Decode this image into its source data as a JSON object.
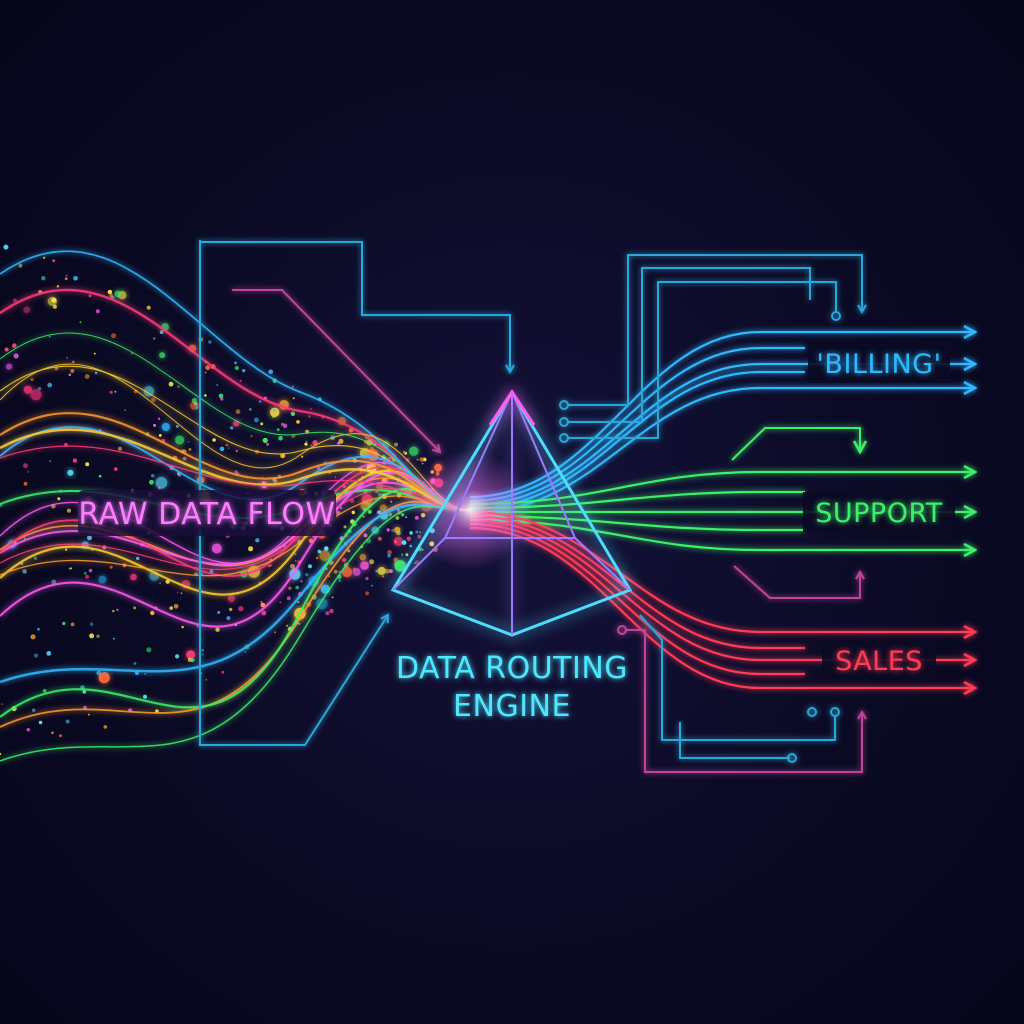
{
  "source": {
    "label": "RAW DATA FLOW"
  },
  "engine": {
    "label_line1": "DATA ROUTING",
    "label_line2": "ENGINE"
  },
  "destinations": [
    {
      "label": "'BILLING'",
      "color": "#2fb8ff"
    },
    {
      "label": "SUPPORT",
      "color": "#3cf06a"
    },
    {
      "label": "SALES",
      "color": "#ff3b55"
    }
  ],
  "colors": {
    "background": "#0b0a24",
    "source_label": "#ff7bff",
    "engine_label": "#4fe6ff",
    "prism_edge": "#4fdcff",
    "prism_glow": "#d86bff",
    "circuit_cyan": "#2aa6d8",
    "circuit_magenta": "#c0449a"
  },
  "particle_palette": [
    "#ff3b7a",
    "#ffb52e",
    "#3cf06a",
    "#2fb8ff",
    "#ff5cf0",
    "#ffe94a",
    "#ff6a3a",
    "#56e0ff"
  ],
  "stream_palette": [
    "#ffcf2e",
    "#ff3b7a",
    "#3cf06a",
    "#ff9a2e",
    "#2fb8ff",
    "#ff5cf0"
  ]
}
